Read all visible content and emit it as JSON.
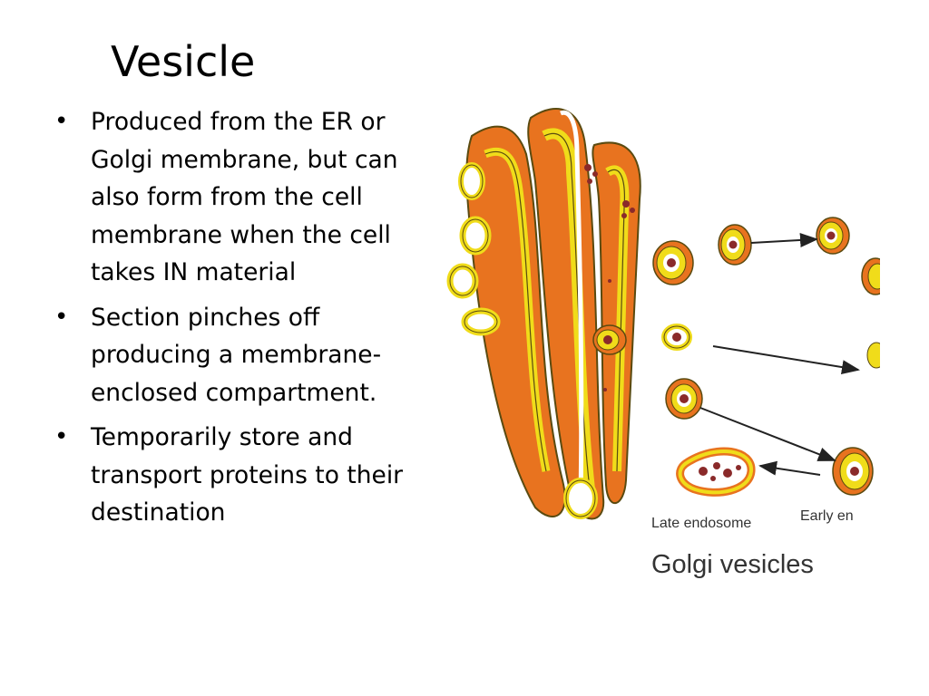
{
  "slide": {
    "title": "Vesicle",
    "bullets": [
      "Produced from the ER or Golgi membrane, but can also form from the cell membrane when the cell takes IN material",
      "Section pinches off producing a membrane-enclosed compartment.",
      "Temporarily store and transport proteins to their destination"
    ],
    "bullet_symbol": "•"
  },
  "figure": {
    "label_late": "Late  endosome",
    "label_early": "Early  en",
    "caption": "Golgi vesicles",
    "colors": {
      "orange": "#e8731f",
      "yellow": "#f0dc1a",
      "outline": "#5a4a10",
      "cargo": "#8a2a2a",
      "arrow": "#222222"
    }
  }
}
